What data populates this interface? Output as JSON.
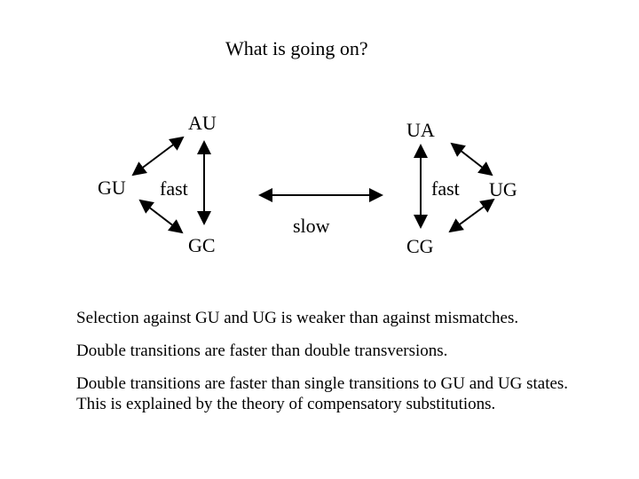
{
  "slide": {
    "title": "What is going on?",
    "nodes": {
      "au": "AU",
      "gu": "GU",
      "gc": "GC",
      "ua": "UA",
      "ug": "UG",
      "cg": "CG"
    },
    "rates": {
      "left_fast": "fast",
      "right_fast": "fast",
      "middle_slow": "slow"
    },
    "notes": [
      "Selection against GU and UG is weaker than against mismatches.",
      "Double transitions are faster than double transversions.",
      "Double transitions are faster than single transitions to GU and UG states.",
      "This is explained by the theory of compensatory substitutions."
    ]
  }
}
